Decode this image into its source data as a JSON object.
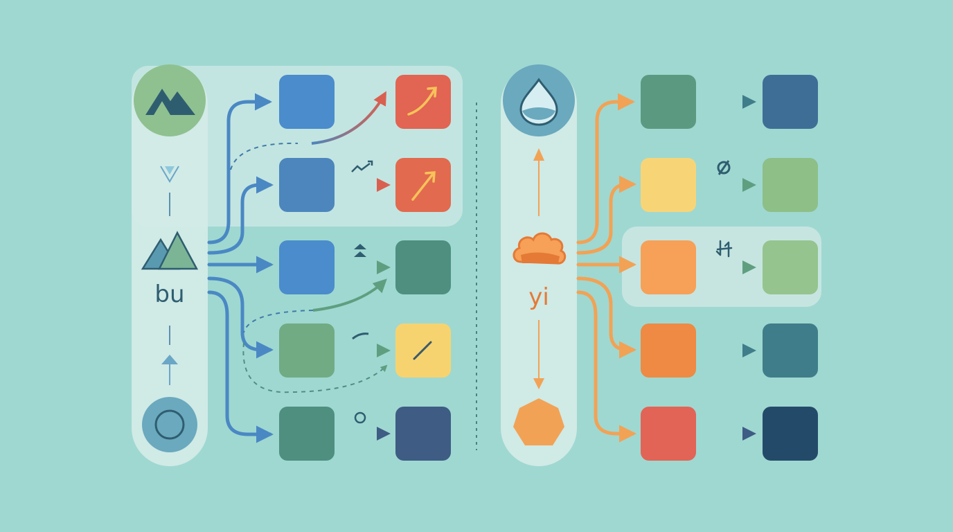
{
  "left_group": {
    "label": "bu",
    "top_icon": "mountain-icon",
    "center_icon": "twin-mountains-icon",
    "bottom_icon": "circle-icon",
    "nodes": [
      {
        "name": "blue-square",
        "color": "#4a8ccc"
      },
      {
        "name": "blue-square",
        "color": "#4c86bd"
      },
      {
        "name": "blue-square",
        "color": "#4a8ccc"
      },
      {
        "name": "green-square",
        "color": "#71ab84"
      },
      {
        "name": "teal-square",
        "color": "#4e8f80"
      }
    ],
    "targets": [
      {
        "name": "red-trend-up",
        "color": "#e26452",
        "icon": "arrow-up-right-icon"
      },
      {
        "name": "red-trend-up",
        "color": "#e26a4e",
        "icon": "arrow-up-right-icon"
      },
      {
        "name": "green-square",
        "color": "#4e8f80",
        "icon": ""
      },
      {
        "name": "yellow-slash",
        "color": "#f7d36f",
        "icon": "slash-icon"
      },
      {
        "name": "navy-square",
        "color": "#3e5c84",
        "icon": ""
      }
    ],
    "edge_icons": [
      "trend-icon",
      "chevrons-up-icon",
      "wave-arrow-icon",
      "small-circle-icon"
    ]
  },
  "right_group": {
    "label": "yi",
    "top_icon": "water-drop-icon",
    "center_icon": "cloud-icon",
    "bottom_icon": "heptagon-icon",
    "nodes": [
      {
        "name": "green-square",
        "color": "#5b9a80"
      },
      {
        "name": "yellow-square",
        "color": "#f7d577"
      },
      {
        "name": "orange-square",
        "color": "#f7a057"
      },
      {
        "name": "orange-square",
        "color": "#ee8a43"
      },
      {
        "name": "red-square",
        "color": "#e26456"
      }
    ],
    "targets": [
      {
        "name": "blue-square",
        "color": "#3e6e96"
      },
      {
        "name": "green-square",
        "color": "#8dbf87"
      },
      {
        "name": "green-square",
        "color": "#95c48e"
      },
      {
        "name": "teal-square",
        "color": "#3f7d8a"
      },
      {
        "name": "navy-square",
        "color": "#244a6a"
      }
    ],
    "edge_icons": [
      "null-icon",
      "swap-icon"
    ]
  },
  "colors": {
    "background": "#9fd8d1",
    "panel": "#cfe9e5",
    "blue_line": "#4a88c4",
    "orange_line": "#f2a255",
    "green_line": "#5f9f80"
  }
}
